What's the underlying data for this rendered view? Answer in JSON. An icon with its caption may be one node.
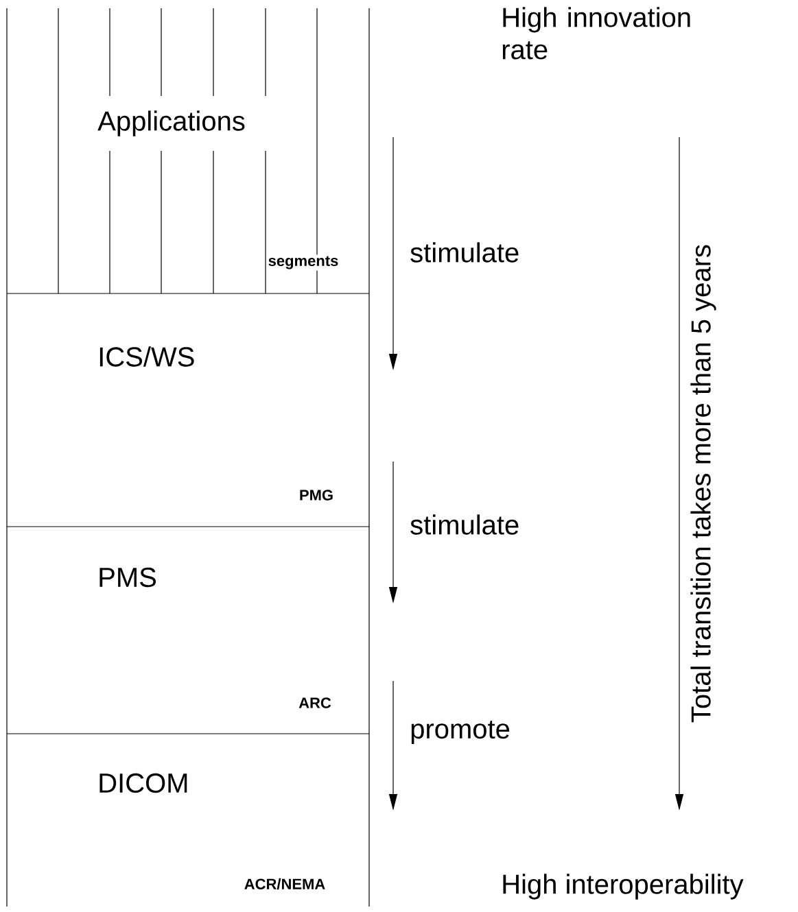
{
  "diagram": {
    "nodes": [
      {
        "text": [
          "Applications",
          "segments"
        ]
      },
      {
        "text": [
          "ICS/WS",
          "PMG"
        ]
      },
      {
        "text": [
          "PMS",
          "ARC"
        ]
      },
      {
        "text": [
          "DICOM",
          "ACR/NEMA"
        ]
      }
    ],
    "labels": [
      "High innovation rate",
      "stimulate",
      "stimulate",
      "promote",
      "Total transition takes more than 5 years",
      "High interoperability"
    ]
  }
}
